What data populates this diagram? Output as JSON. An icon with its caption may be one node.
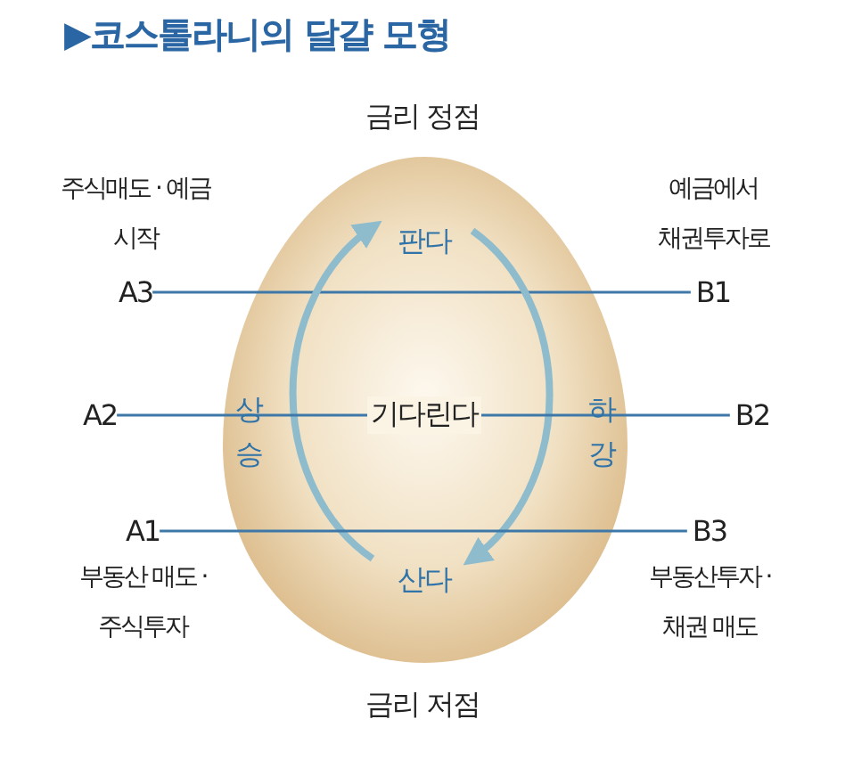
{
  "diagram": {
    "title": "▶코스톨라니의 달걀 모형",
    "nodes": [
      {
        "text": [
          "A3"
        ],
        "beside": [
          "주식매도 · 예금 시작"
        ]
      },
      {
        "text": [
          "판다"
        ]
      },
      {
        "text": [
          "B1"
        ],
        "beside": [
          "예금에서 채권투자로"
        ]
      },
      {
        "text": [
          "A2"
        ]
      },
      {
        "text": [
          "B2"
        ]
      },
      {
        "text": [
          "A1"
        ],
        "beside": [
          "부동산 매도 · 주식투자"
        ]
      },
      {
        "text": [
          "산다"
        ]
      },
      {
        "text": [
          "B3"
        ],
        "beside": [
          "부동산투자 · 채권 매도"
        ]
      }
    ],
    "edges": [
      {
        "from": 0,
        "to": 2,
        "arrow": "none"
      },
      {
        "from": 6,
        "to": 1,
        "arrow": "to",
        "label": "상승",
        "style": "thick",
        "color": "#8fbccc"
      },
      {
        "from": 1,
        "to": 6,
        "arrow": "to",
        "label": "하강",
        "style": "thick",
        "color": "#8fbccc"
      },
      {
        "from": 3,
        "to": 4,
        "arrow": "none",
        "label": "기다린다"
      },
      {
        "from": 5,
        "to": 7,
        "arrow": "none"
      }
    ],
    "labels": [
      "금리 정점",
      "금리 저점"
    ]
  }
}
